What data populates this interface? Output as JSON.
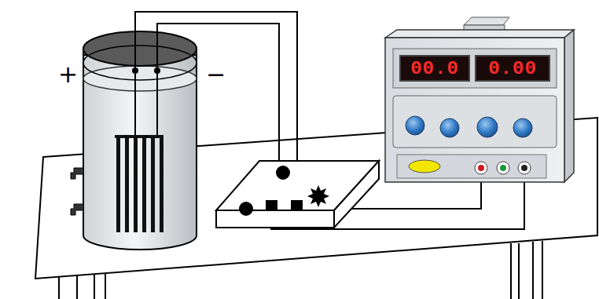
{
  "diagram": {
    "nodes": [
      {
        "text": [
          "00.0"
        ]
      },
      {
        "text": [
          "0.00"
        ]
      }
    ],
    "labels": [
      "+",
      "−"
    ]
  }
}
